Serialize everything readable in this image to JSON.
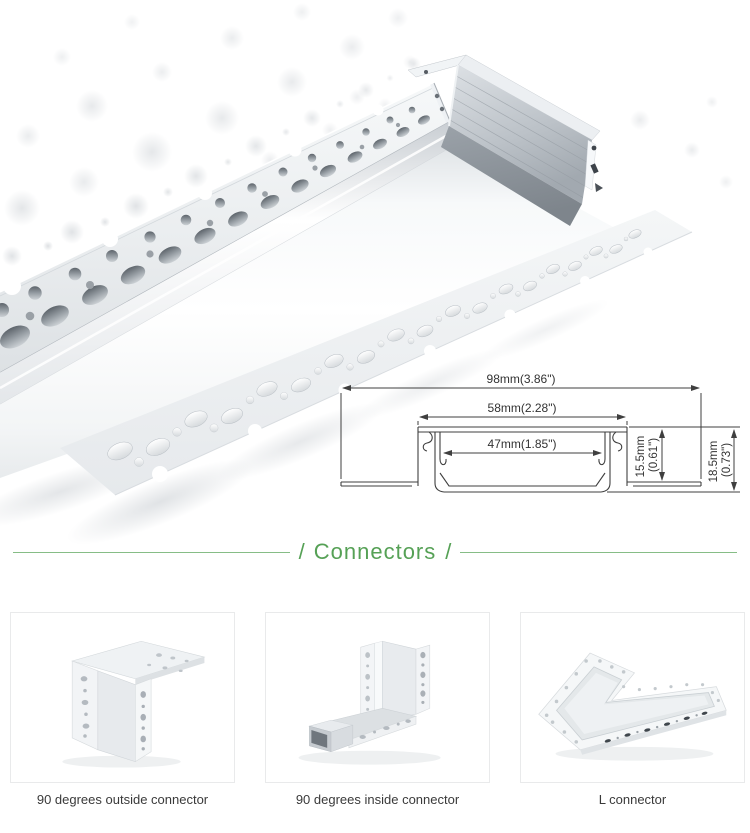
{
  "colors": {
    "accent_green": "#56a156",
    "divider_line": "#86bd86",
    "drawing_stroke": "#3f3f3f",
    "caption_text": "#3a3a3a",
    "metal_light": "#eff1f3",
    "metal_mid": "#c7ccd1",
    "metal_dark": "#8f969d"
  },
  "section": {
    "slash_left": "/",
    "title": "Connectors",
    "slash_right": "/"
  },
  "diagram": {
    "labels": {
      "overall_width": "98mm(3.86\")",
      "housing_width": "58mm(2.28\")",
      "inner_width": "47mm(1.85\")",
      "recess_depth_mm": "15.5mm",
      "recess_depth_in": "(0.61\")",
      "total_depth_mm": "18.5mm",
      "total_depth_in": "(0.73\")"
    }
  },
  "connectors": [
    {
      "label": "90 degrees outside connector"
    },
    {
      "label": "90 degrees inside connector"
    },
    {
      "label": "L connector"
    }
  ]
}
